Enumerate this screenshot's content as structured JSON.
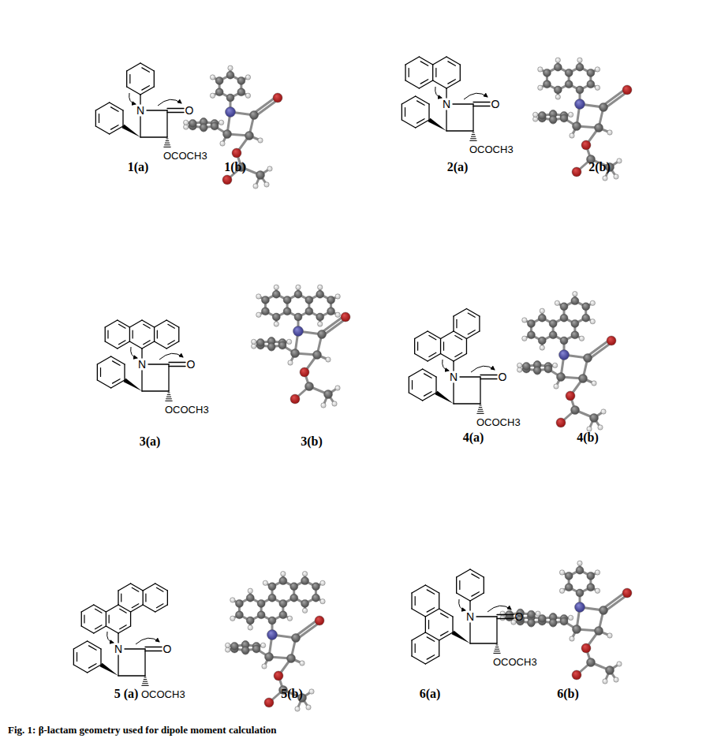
{
  "diagram": {
    "caption": "Fig. 1: β-lactam geometry used for dipole moment calculation",
    "labels": [
      "N",
      "O",
      "OCOCH3",
      "1(a)",
      "1(b)",
      "N",
      "O",
      "OCOCH3",
      "2(a)",
      "2(b)",
      "N",
      "O",
      "OCOCH3",
      "3(a)",
      "3(b)",
      "N",
      "O",
      "OCOCH3",
      "4(a)",
      "4(b)",
      "N",
      "O",
      "OCOCH3",
      "5 (a)",
      "5(b)",
      "N",
      "O",
      "OCOCH3",
      "6(a)",
      "6(b)"
    ]
  }
}
